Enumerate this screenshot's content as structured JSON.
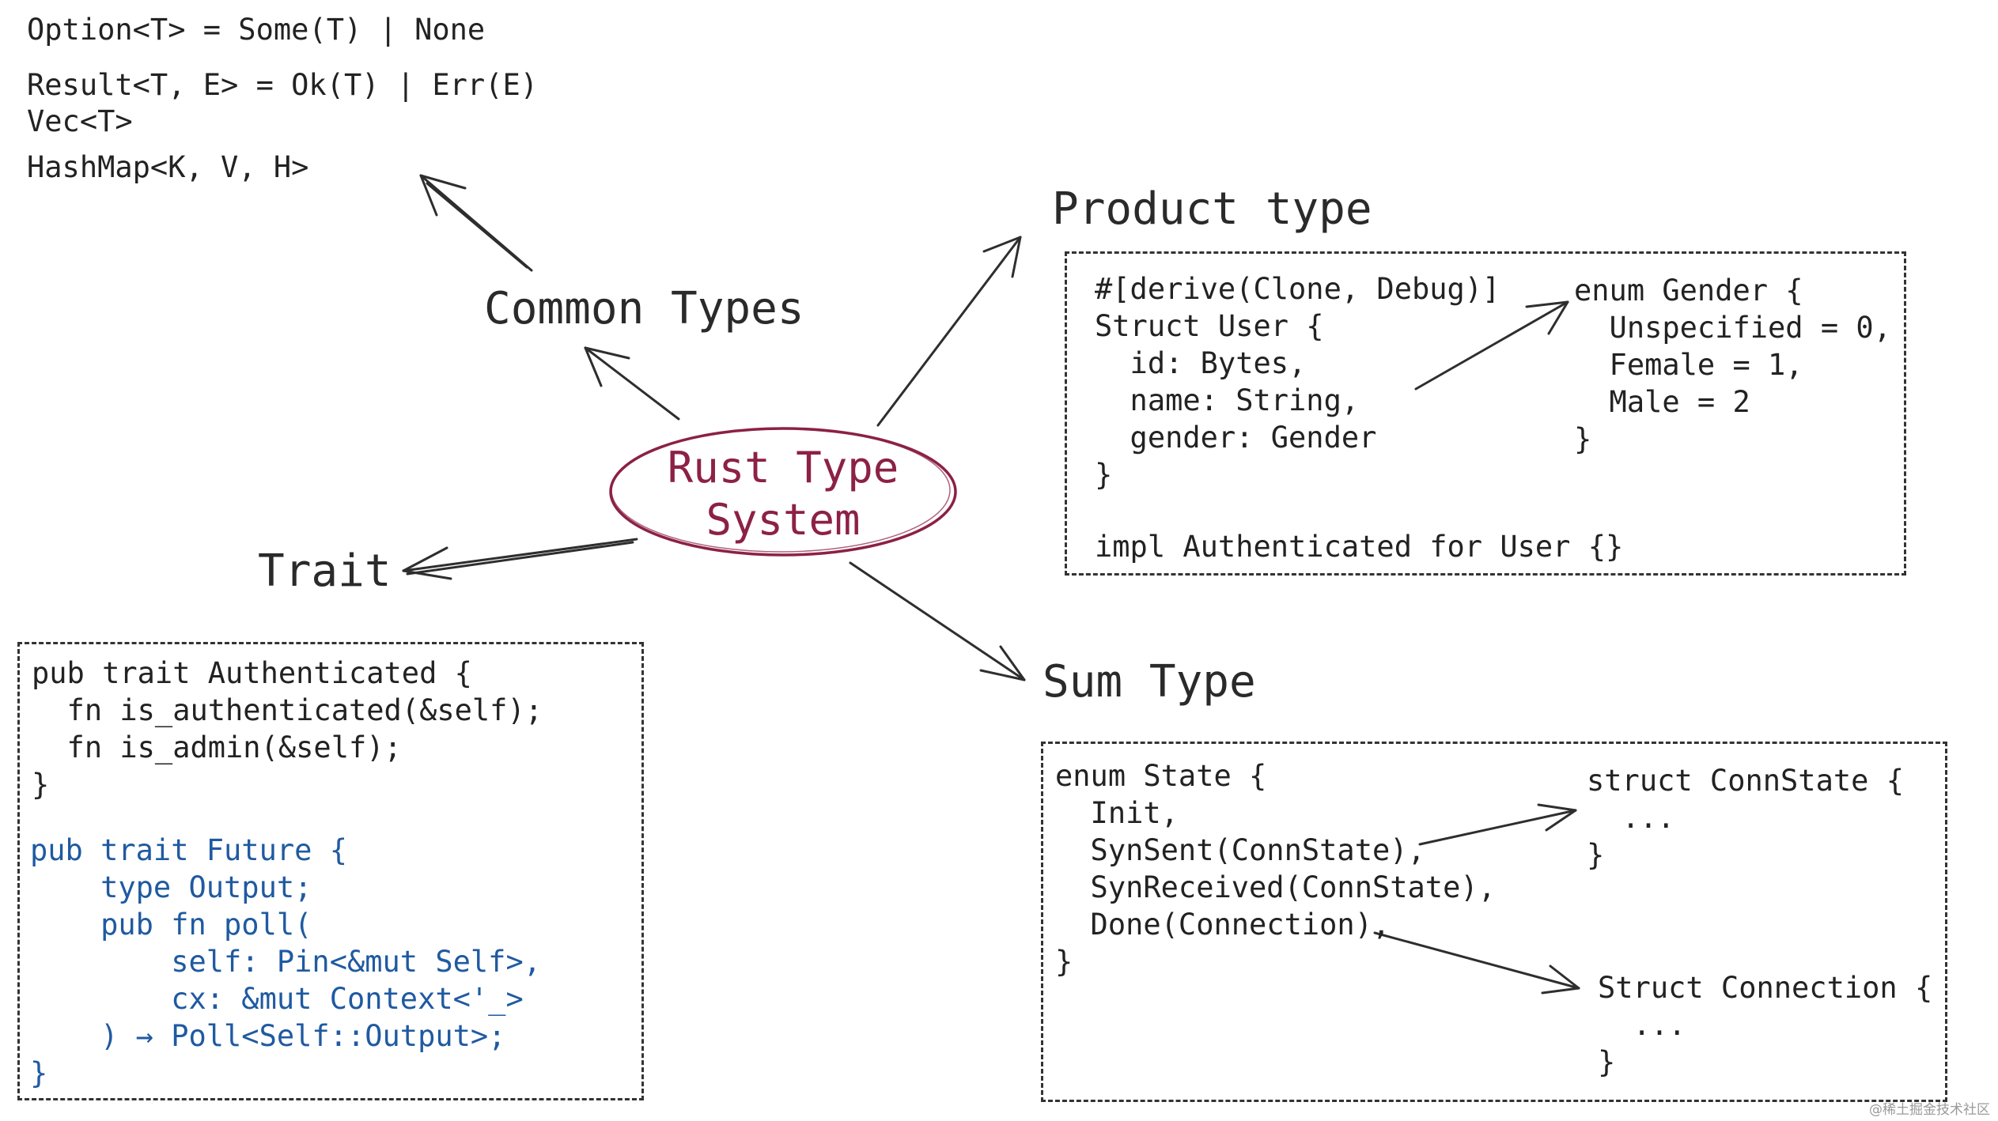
{
  "center": {
    "line1": "Rust Type",
    "line2": "System"
  },
  "common_types": {
    "heading": "Common Types",
    "lines": [
      "Option<T> = Some(T) | None",
      "Result<T, E> = Ok(T) | Err(E)",
      "Vec<T>",
      "HashMap<K, V, H>"
    ]
  },
  "product_type": {
    "heading": "Product type",
    "struct_lines": [
      "#[derive(Clone, Debug)]",
      "Struct User {",
      "  id: Bytes,",
      "  name: String,",
      "  gender: Gender",
      "}"
    ],
    "enum_lines": [
      "enum Gender {",
      "  Unspecified = 0,",
      "  Female = 1,",
      "  Male = 2",
      "}"
    ],
    "impl_line": "impl Authenticated for User {}"
  },
  "trait": {
    "heading": "Trait",
    "authenticated_lines": [
      "pub trait Authenticated {",
      "  fn is_authenticated(&self);",
      "  fn is_admin(&self);",
      "}"
    ],
    "future_lines": [
      "pub trait Future {",
      "    type Output;",
      "    pub fn poll(",
      "        self: Pin<&mut Self>,",
      "        cx: &mut Context<'_>",
      "    ) → Poll<Self::Output>;",
      "}"
    ]
  },
  "sum_type": {
    "heading": "Sum Type",
    "enum_lines": [
      "enum State {",
      "  Init,",
      "  SynSent(ConnState),",
      "  SynReceived(ConnState),",
      "  Done(Connection),",
      "}"
    ],
    "connstate_lines": [
      "struct ConnState {",
      "  ...",
      "}"
    ],
    "connection_lines": [
      "Struct Connection {",
      "  ...",
      "}"
    ]
  },
  "watermark": "@稀土掘金技术社区",
  "colors": {
    "center_text": "#8c2146",
    "future_code": "#1f5aa0",
    "ink": "#222222"
  }
}
